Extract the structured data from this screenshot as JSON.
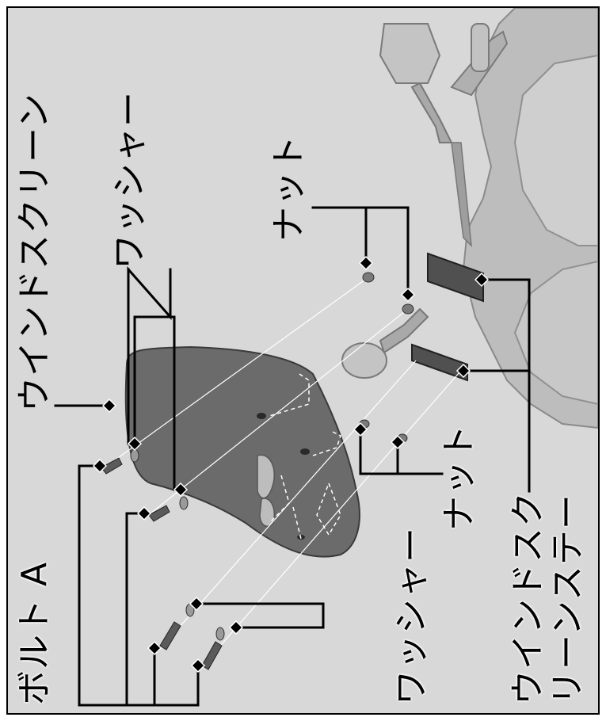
{
  "labels": {
    "windscreen": "ウインドスクリーン",
    "washer_top": "ワッシャー",
    "nut_top": "ナット",
    "nut_bottom": "ナット",
    "bolt_a": "ボルト A",
    "washer_bottom": "ワッシャー",
    "stay_line1": "ウインドスク",
    "stay_line2": "リーンステー"
  },
  "colors": {
    "background": "#d8d8d8",
    "screen": "#6b6b6b",
    "motorcycle": "#b9b9b9",
    "leader": "#000000",
    "marker": "#000000"
  }
}
